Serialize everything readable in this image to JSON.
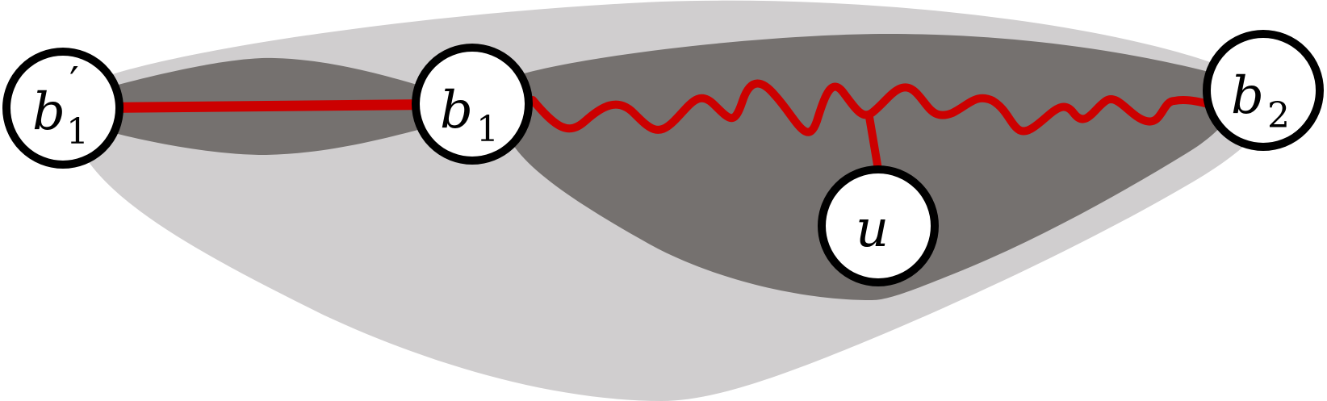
{
  "colors": {
    "outer_region": "#d0cecf",
    "inner_region": "#75716f",
    "edge": "#cc0000",
    "node_fill": "#ffffff",
    "node_stroke": "#000000"
  },
  "nodes": {
    "b1_prime": {
      "base": "b",
      "prime": "′",
      "sub": "1"
    },
    "b1": {
      "base": "b",
      "sub": "1"
    },
    "b2": {
      "base": "b",
      "sub": "2"
    },
    "u": {
      "base": "u"
    }
  }
}
